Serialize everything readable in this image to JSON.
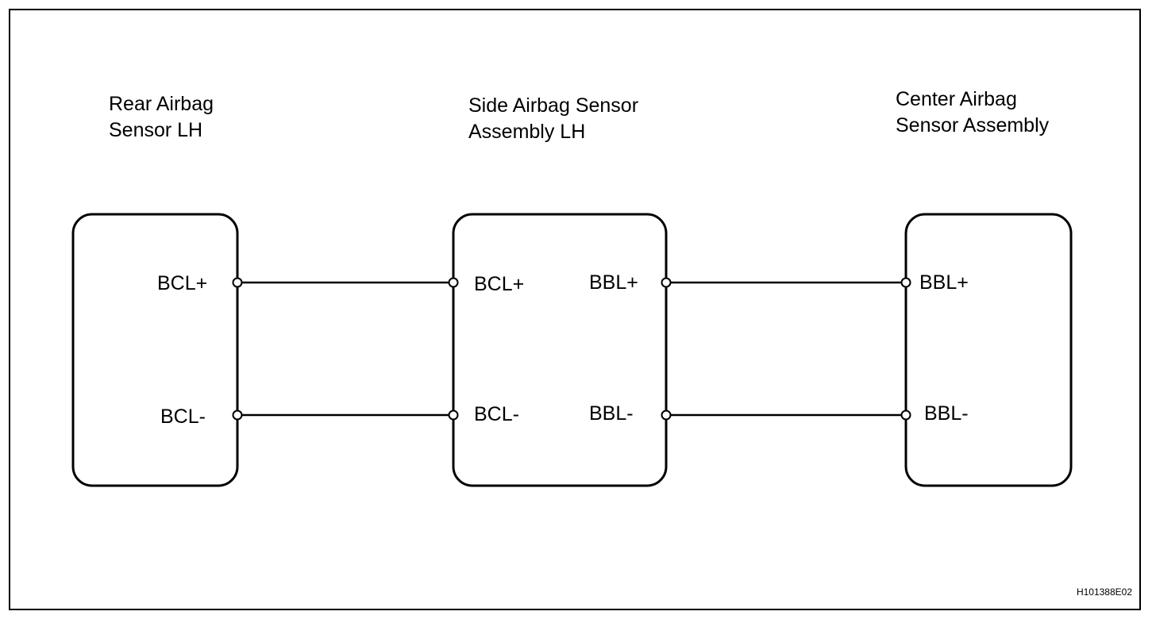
{
  "components": {
    "rear_sensor": {
      "title_line1": "Rear Airbag",
      "title_line2": "Sensor LH",
      "pin_pos": "BCL+",
      "pin_neg": "BCL-"
    },
    "side_sensor": {
      "title_line1": "Side Airbag Sensor",
      "title_line2": "Assembly LH",
      "pin_left_pos": "BCL+",
      "pin_left_neg": "BCL-",
      "pin_right_pos": "BBL+",
      "pin_right_neg": "BBL-"
    },
    "center_sensor": {
      "title_line1": "Center Airbag",
      "title_line2": "Sensor Assembly",
      "pin_pos": "BBL+",
      "pin_neg": "BBL-"
    }
  },
  "wires": [
    {
      "from": "rear_sensor.pin_pos",
      "to": "side_sensor.pin_left_pos"
    },
    {
      "from": "rear_sensor.pin_neg",
      "to": "side_sensor.pin_left_neg"
    },
    {
      "from": "side_sensor.pin_right_pos",
      "to": "center_sensor.pin_pos"
    },
    {
      "from": "side_sensor.pin_right_neg",
      "to": "center_sensor.pin_neg"
    }
  ],
  "figure_code": "H101388E02"
}
